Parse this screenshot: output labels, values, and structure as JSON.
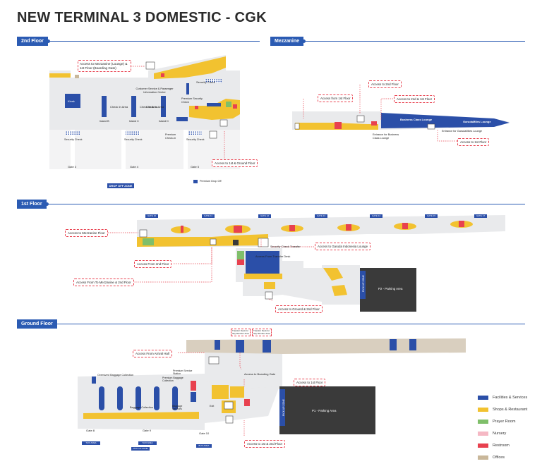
{
  "title": "NEW TERMINAL 3 DOMESTIC - CGK",
  "sections": {
    "second_floor": "2nd Floor",
    "mezzanine": "Mezzanine",
    "first_floor": "1st Floor",
    "ground_floor": "Ground Floor"
  },
  "colors": {
    "accent": "#2b5bb3",
    "facilities": "#2b4fa8",
    "shops": "#f2c230",
    "prayer": "#7fbf6a",
    "nursery": "#f5b8c4",
    "restroom": "#e8414f",
    "offices": "#c9b79a",
    "floor": "#e9eaec",
    "dark": "#3a3a3a"
  },
  "second": {
    "callout_mezz": "Access to Mezzanine (Lounge) & 1st Floor (Boarding Gate)",
    "security_check": "Security Check",
    "customer_service": "Customer Service & Passenger Information Center",
    "premium_security": "Premium Security Check",
    "kiosk": "Kiosk",
    "island_b": "Island B",
    "island_c": "Island C",
    "island_d": "Island D",
    "check_in_b": "Check In Area",
    "check_in_c": "Check In Area",
    "check_in_d": "Check In Area",
    "premium_check_in": "Premium Check-In",
    "sec_b": "Security Check",
    "sec_c": "Security Check",
    "sec_d": "Security Check",
    "gate3": "Gate 3",
    "gate4": "Gate 4",
    "gate5": "Gate 5",
    "callout_1g": "Access to 1st & Ground Floor",
    "dropoff": "DROP OFF ZONE",
    "premium_dropoff": "Premium Drop Off"
  },
  "mezz": {
    "from_1st": "Access from 1st Floor",
    "to_2nd": "Access to 2nd Floor",
    "to_2nd_1st": "Access to 2nd & 1st Floor",
    "business_lounge": "Business Class Lounge",
    "garuda_lounge": "GarudaMiles Lounge",
    "entrance_business": "Entrance for Business Class Lounge",
    "entrance_garuda": "Entrance for GarudaMiles Lounge",
    "to_1st": "Access to 1st Floor"
  },
  "first": {
    "gates": [
      "GATE 10",
      "GATE 11",
      "GATE 12",
      "GATE 13",
      "GATE 14",
      "GATE 15",
      "GATE 16",
      "GATE 17"
    ],
    "to_mezz": "Access to Mezzanine Floor",
    "from_2nd": "Access From 2nd Floor",
    "to_mezz_2nd": "Access From To Mezzanine & 2nd Floor",
    "security_transfer": "Security Check Transfer",
    "transfer_desk": "Access From Transfer Desk",
    "garuda_lounge": "Access to Garuda Indonesia Lounge",
    "to_ground_2nd": "Access to Ground & 2nd Floor",
    "parking": "P2 - Parking Area",
    "pickup": "PICK UP ZONE"
  },
  "ground": {
    "arrival_hall": "Access From Arrival Hall",
    "oversized": "Oversized Baggage Collection",
    "premium_baggage": "Premium Baggage Collection",
    "premium_service": "Premium Service Station",
    "baggage_collection": "Baggage Collection",
    "baggage_services": "Baggage Services",
    "exit": "Exit",
    "boarding": "Access to Boarding Gate",
    "to_1st": "Access to 1st Floor",
    "to_1st_2nd": "Access to 1st & 2nd Floor",
    "parking": "P1 - Parking Area",
    "pickup": "PICK UP ZONE",
    "gate8": "Gate 8",
    "gate9": "Gate 9",
    "gate10": "Gate 10",
    "taxi1": "TAXI AREA",
    "taxi2": "TAXI AREA",
    "pickup_zone": "PICK UP ZONE",
    "bus": "BUS AREA",
    "transfer_desk": "Transfer Desk for Sky Member Area",
    "transfer_desk2": "Transfer Desk for Sky Member Area"
  },
  "legend": {
    "facilities": "Facilities & Services",
    "shops": "Shops & Restaurant",
    "prayer": "Prayer Room",
    "nursery": "Nursery",
    "restroom": "Restroom",
    "offices": "Offices"
  }
}
